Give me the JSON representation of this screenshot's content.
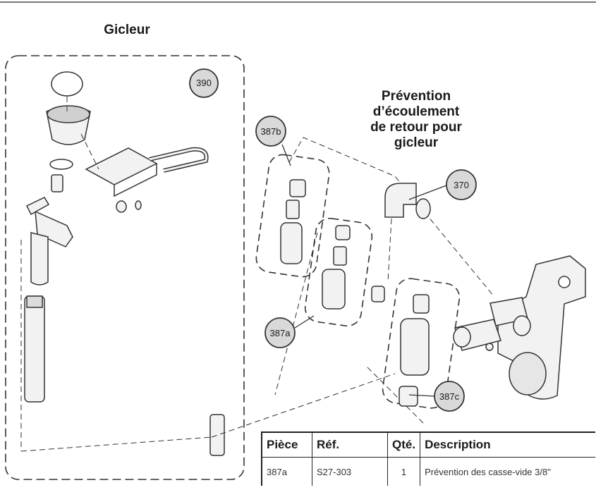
{
  "titles": {
    "gicleur": "Gicleur",
    "prevention_lines": [
      "Prévention",
      "d’écoulement",
      "de retour pour",
      "gicleur"
    ]
  },
  "callouts": {
    "c390": "390",
    "c387b": "387b",
    "c370": "370",
    "c387a": "387a",
    "c387c": "387c"
  },
  "table": {
    "headers": [
      "Pièce",
      "Réf.",
      "Qté.",
      "Description"
    ],
    "rows": [
      [
        "387a",
        "S27-303",
        "1",
        "Prévention des casse-vide 3/8\""
      ]
    ]
  },
  "colors": {
    "line": "#333333",
    "callout_fill": "#d9d9d9",
    "part_fill": "#f2f2f2"
  }
}
